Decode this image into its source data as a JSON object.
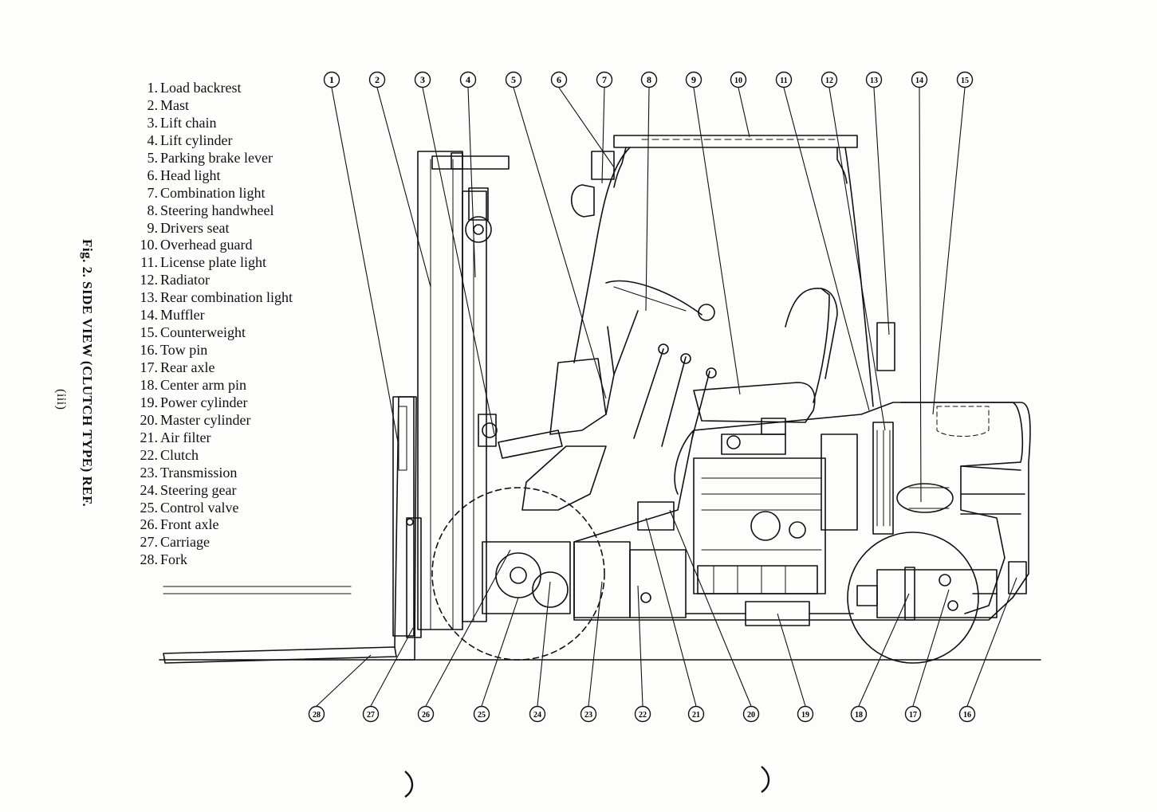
{
  "figure": {
    "caption": "Fig. 2. SIDE VIEW (CLUTCH TYPE) REF.",
    "subcaption": "(iii)"
  },
  "legend": [
    {
      "num": "1.",
      "label": "Load backrest"
    },
    {
      "num": "2.",
      "label": "Mast"
    },
    {
      "num": "3.",
      "label": "Lift chain"
    },
    {
      "num": "4.",
      "label": "Lift cylinder"
    },
    {
      "num": "5.",
      "label": "Parking brake lever"
    },
    {
      "num": "6.",
      "label": "Head light"
    },
    {
      "num": "7.",
      "label": "Combination light"
    },
    {
      "num": "8.",
      "label": "Steering handwheel"
    },
    {
      "num": "9.",
      "label": "Drivers seat"
    },
    {
      "num": "10.",
      "label": "Overhead guard"
    },
    {
      "num": "11.",
      "label": "License plate light"
    },
    {
      "num": "12.",
      "label": "Radiator"
    },
    {
      "num": "13.",
      "label": "Rear combination light"
    },
    {
      "num": "14.",
      "label": "Muffler"
    },
    {
      "num": "15.",
      "label": "Counterweight"
    },
    {
      "num": "16.",
      "label": "Tow pin"
    },
    {
      "num": "17.",
      "label": "Rear axle"
    },
    {
      "num": "18.",
      "label": "Center arm pin"
    },
    {
      "num": "19.",
      "label": "Power cylinder"
    },
    {
      "num": "20.",
      "label": "Master cylinder"
    },
    {
      "num": "21.",
      "label": "Air filter"
    },
    {
      "num": "22.",
      "label": "Clutch"
    },
    {
      "num": "23.",
      "label": "Transmission"
    },
    {
      "num": "24.",
      "label": "Steering gear"
    },
    {
      "num": "25.",
      "label": "Control valve"
    },
    {
      "num": "26.",
      "label": "Front axle"
    },
    {
      "num": "27.",
      "label": "Carriage"
    },
    {
      "num": "28.",
      "label": "Fork"
    }
  ],
  "callouts_top": [
    "1",
    "2",
    "3",
    "4",
    "5",
    "6",
    "7",
    "8",
    "9",
    "10",
    "11",
    "12",
    "13",
    "14",
    "15"
  ],
  "callouts_bottom": [
    "28",
    "27",
    "26",
    "25",
    "24",
    "23",
    "22",
    "21",
    "20",
    "19",
    "18",
    "17",
    "16"
  ]
}
